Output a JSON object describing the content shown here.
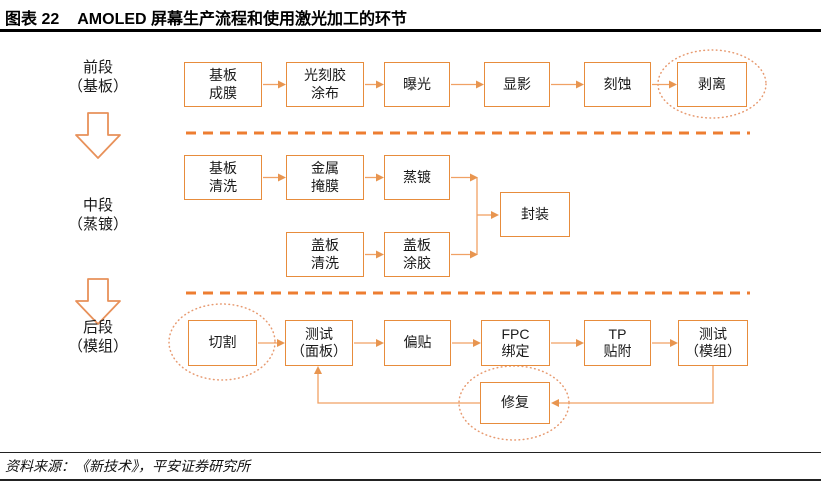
{
  "header": {
    "figure_label": "图表 22",
    "title": "AMOLED 屏幕生产流程和使用激光加工的环节"
  },
  "stages": [
    {
      "label": "前段\n（基板）"
    },
    {
      "label": "中段\n（蒸镀）"
    },
    {
      "label": "后段\n（模组）"
    }
  ],
  "rows": {
    "front": [
      "基板\n成膜",
      "光刻胶\n涂布",
      "曝光",
      "显影",
      "刻蚀",
      "剥离"
    ],
    "mid_top": [
      "基板\n清洗",
      "金属\n掩膜",
      "蒸镀"
    ],
    "mid_bottom": [
      "盖板\n清洗",
      "盖板\n涂胶"
    ],
    "encapsulation": "封装",
    "back": [
      "切割",
      "测试\n（面板）",
      "偏贴",
      "FPC\n绑定",
      "TP\n贴附",
      "测试\n（模组）"
    ],
    "repair": "修复"
  },
  "laser_highlighted_steps": [
    "剥离",
    "切割",
    "修复"
  ],
  "colors": {
    "box_border": "#E78C3C",
    "arrow_line": "#F0A164",
    "arrow_head": "#E8954F",
    "dashed_separator": "#ED7D31",
    "dotted_ellipse": "#E79A70",
    "block_arrow_outline": "#E8915A"
  },
  "footer": {
    "source": "资料来源：《新技术》，平安证券研究所"
  }
}
